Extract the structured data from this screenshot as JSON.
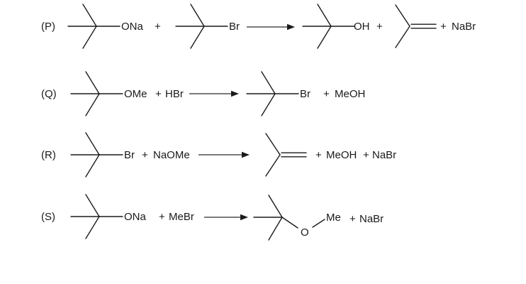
{
  "scheme": {
    "colors": {
      "ink": "#1a1a1a",
      "background": "#ffffff"
    },
    "rows": {
      "p": {
        "label": "(P)",
        "reactant1_substituent": "ONa",
        "plus1": "+",
        "reactant2_substituent": "Br",
        "product1_substituent": "OH",
        "plus2": "+",
        "plus3": "+",
        "byproduct": "NaBr"
      },
      "q": {
        "label": "(Q)",
        "reactant1_substituent": "OMe",
        "plus1": "+",
        "reagent": "HBr",
        "product1_substituent": "Br",
        "plus2": "+",
        "byproduct": "MeOH"
      },
      "r": {
        "label": "(R)",
        "reactant1_substituent": "Br",
        "plus1": "+",
        "reagent": "NaOMe",
        "plus2": "+",
        "byproduct1": "MeOH",
        "plus3": "+",
        "byproduct2": "NaBr"
      },
      "s": {
        "label": "(S)",
        "reactant1_substituent": "ONa",
        "plus1": "+",
        "reagent": "MeBr",
        "ether_oxygen_label": "O",
        "ether_methyl_label": "Me",
        "plus2": "+",
        "byproduct": "NaBr"
      }
    }
  }
}
